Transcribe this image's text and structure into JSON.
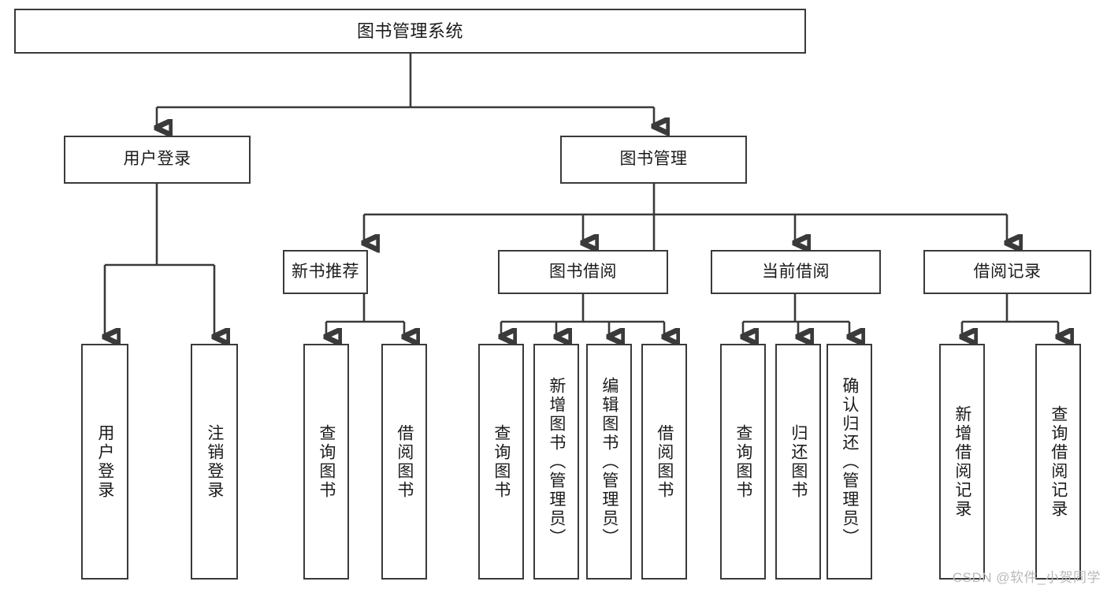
{
  "diagram": {
    "type": "tree-hierarchy",
    "title": "图书管理系统",
    "watermark": "CSDN @软件_小贺同学",
    "colors": {
      "stroke": "#3a3a3a",
      "fill": "#ffffff",
      "text": "#1b1b1b",
      "watermark": "#b9b9b9"
    },
    "nodes": {
      "root": {
        "label": "图书管理系统"
      },
      "level2": [
        {
          "label": "用户登录"
        },
        {
          "label": "图书管理"
        }
      ],
      "level3": [
        {
          "label": "新书推荐"
        },
        {
          "label": "图书借阅"
        },
        {
          "label": "当前借阅"
        },
        {
          "label": "借阅记录"
        }
      ],
      "leaves_user_login": [
        {
          "label": "用户登录"
        },
        {
          "label": "注销登录"
        }
      ],
      "leaves_new_book": [
        {
          "label": "查询图书"
        },
        {
          "label": "借阅图书"
        }
      ],
      "leaves_borrow": [
        {
          "label": "查询图书"
        },
        {
          "label": "新增图书（管理员）"
        },
        {
          "label": "编辑图书（管理员）"
        },
        {
          "label": "借阅图书"
        }
      ],
      "leaves_current": [
        {
          "label": "查询图书"
        },
        {
          "label": "归还图书"
        },
        {
          "label": "确认归还（管理员）"
        }
      ],
      "leaves_record": [
        {
          "label": "新增借阅记录"
        },
        {
          "label": "查询借阅记录"
        }
      ]
    }
  }
}
